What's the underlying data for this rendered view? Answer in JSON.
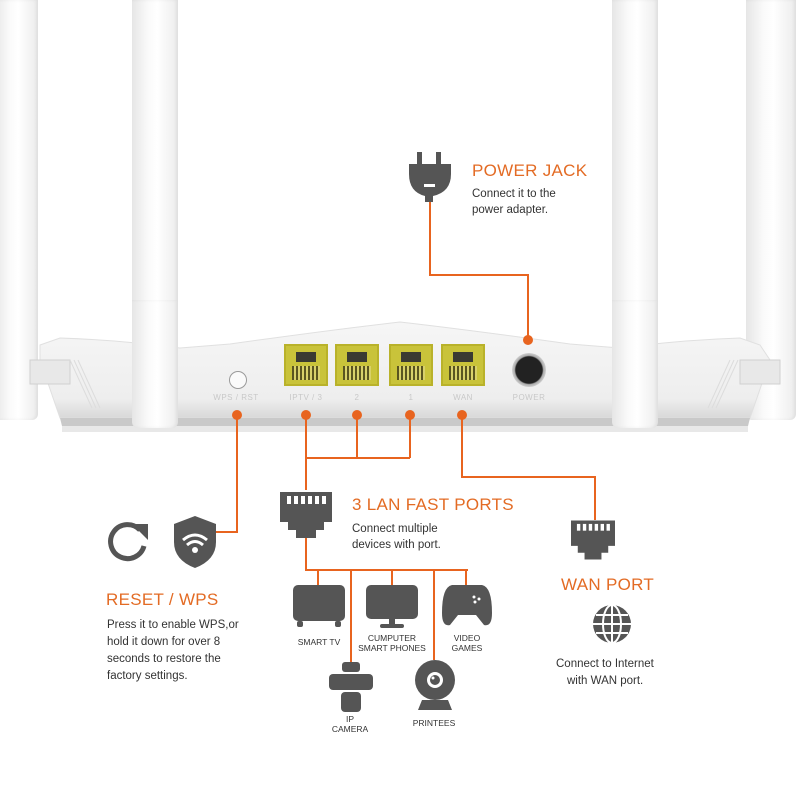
{
  "colors": {
    "accent": "#e8641f",
    "title": "#e36b24",
    "icon": "#555555",
    "port": "#c9c33a"
  },
  "router": {
    "ports": [
      {
        "id": "wps-rst",
        "label": "WPS / RST"
      },
      {
        "id": "lan3",
        "label": "IPTV / 3"
      },
      {
        "id": "lan2",
        "label": "2"
      },
      {
        "id": "lan1",
        "label": "1"
      },
      {
        "id": "wan",
        "label": "WAN"
      },
      {
        "id": "power",
        "label": "POWER"
      }
    ]
  },
  "power_jack": {
    "title": "POWER JACK",
    "desc_line1": "Connect it to the",
    "desc_line2": "power adapter.",
    "icon": "plug-icon"
  },
  "lan": {
    "title": "3 LAN FAST PORTS",
    "desc_line1": "Connect multiple",
    "desc_line2": "devices with port.",
    "icon": "ethernet-icon"
  },
  "reset": {
    "title": "RESET / WPS",
    "desc": [
      "Press it to enable WPS,or",
      "hold it down for over 8",
      "seconds to restore the",
      "factory settings."
    ],
    "icons": [
      "refresh-icon",
      "wifi-shield-icon"
    ]
  },
  "wan": {
    "title": "WAN PORT",
    "desc_line1": "Connect to Internet",
    "desc_line2": "with WAN port.",
    "icons": [
      "ethernet-icon",
      "globe-icon"
    ]
  },
  "devices": [
    {
      "label_line1": "SMART TV",
      "label_line2": "",
      "icon": "tv-icon"
    },
    {
      "label_line1": "IP",
      "label_line2": "CAMERA",
      "icon": "printer-icon"
    },
    {
      "label_line1": "CUMPUTER",
      "label_line2": "SMART PHONES",
      "icon": "monitor-icon"
    },
    {
      "label_line1": "PRINTEES",
      "label_line2": "",
      "icon": "webcam-icon"
    },
    {
      "label_line1": "VIDEO",
      "label_line2": "GAMES",
      "icon": "gamepad-icon"
    }
  ]
}
